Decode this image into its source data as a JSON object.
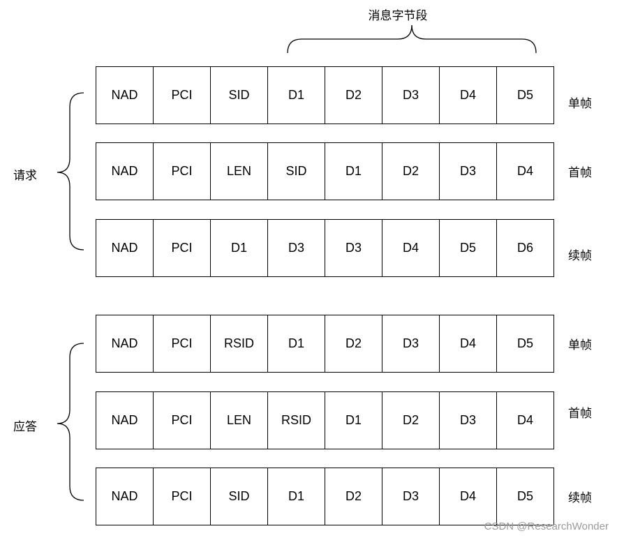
{
  "header": {
    "title": "消息字节段"
  },
  "groups": [
    {
      "label": "请求",
      "rows": [
        {
          "frame": "单帧",
          "cells": [
            "NAD",
            "PCI",
            "SID",
            "D1",
            "D2",
            "D3",
            "D4",
            "D5"
          ]
        },
        {
          "frame": "首帧",
          "cells": [
            "NAD",
            "PCI",
            "LEN",
            "SID",
            "D1",
            "D2",
            "D3",
            "D4"
          ]
        },
        {
          "frame": "续帧",
          "cells": [
            "NAD",
            "PCI",
            "D1",
            "D3",
            "D3",
            "D4",
            "D5",
            "D6"
          ]
        }
      ]
    },
    {
      "label": "应答",
      "rows": [
        {
          "frame": "单帧",
          "cells": [
            "NAD",
            "PCI",
            "RSID",
            "D1",
            "D2",
            "D3",
            "D4",
            "D5"
          ]
        },
        {
          "frame": "首帧",
          "cells": [
            "NAD",
            "PCI",
            "LEN",
            "RSID",
            "D1",
            "D2",
            "D3",
            "D4"
          ]
        },
        {
          "frame": "续帧",
          "cells": [
            "NAD",
            "PCI",
            "SID",
            "D1",
            "D2",
            "D3",
            "D4",
            "D5"
          ]
        }
      ]
    }
  ],
  "watermark": "CSDN @ResearchWonder"
}
